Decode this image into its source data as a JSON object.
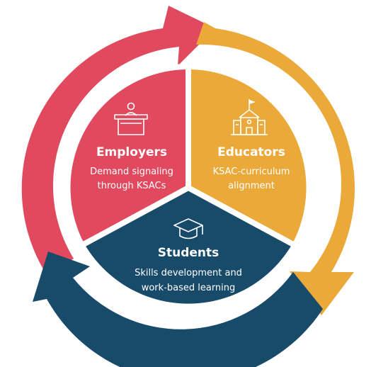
{
  "diagram": {
    "segments": [
      {
        "id": "employers",
        "title": "Employers",
        "description_lines": [
          "Demand signaling",
          "through KSACs"
        ],
        "icon": "podium-icon",
        "color": "#E0495E"
      },
      {
        "id": "educators",
        "title": "Educators",
        "description_lines": [
          "KSAC-curriculum",
          "alignment"
        ],
        "icon": "school-building-icon",
        "color": "#EBA93A"
      },
      {
        "id": "students",
        "title": "Students",
        "description_lines": [
          "Skills development and",
          "work-based learning"
        ],
        "icon": "graduation-cap-icon",
        "color": "#184A6A"
      }
    ]
  }
}
